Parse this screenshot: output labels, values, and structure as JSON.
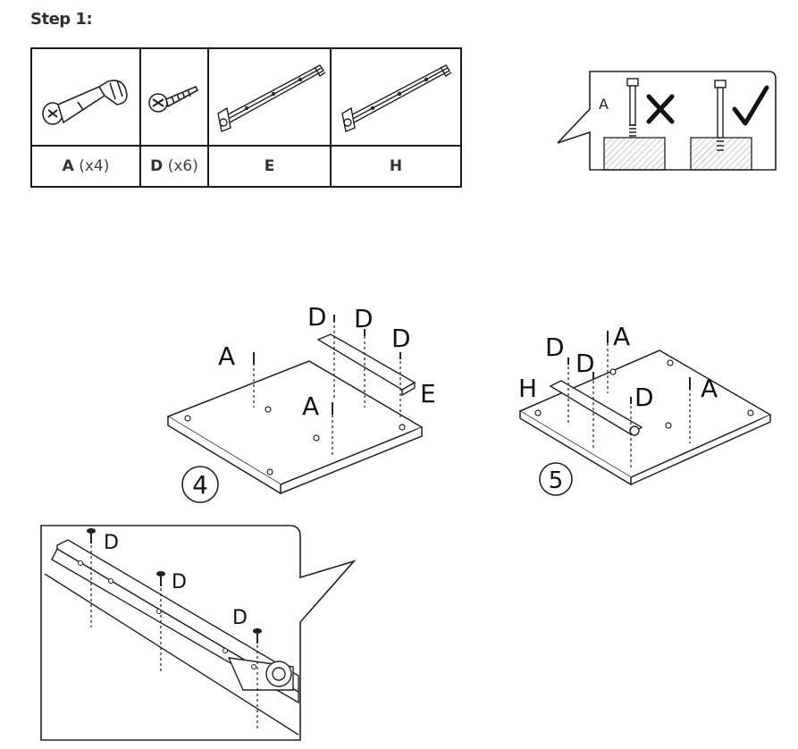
{
  "step": {
    "title": "Step 1:"
  },
  "parts": [
    {
      "code": "A",
      "qty": "(x4)",
      "icon": "cam-bolt-icon"
    },
    {
      "code": "D",
      "qty": "(x6)",
      "icon": "screw-icon"
    },
    {
      "code": "E",
      "qty": "",
      "icon": "drawer-rail-icon"
    },
    {
      "code": "H",
      "qty": "",
      "icon": "drawer-rail-icon"
    }
  ],
  "callout": {
    "part_label": "A"
  },
  "figures": {
    "fig4": {
      "number": "4",
      "labels": {
        "a1": "A",
        "a2": "A",
        "d1": "D",
        "d2": "D",
        "d3": "D",
        "e": "E"
      }
    },
    "fig5": {
      "number": "5",
      "labels": {
        "a1": "A",
        "a2": "A",
        "d1": "D",
        "d2": "D",
        "d3": "D",
        "h": "H"
      }
    },
    "detail": {
      "labels": {
        "d1": "D",
        "d2": "D",
        "d3": "D"
      }
    }
  }
}
